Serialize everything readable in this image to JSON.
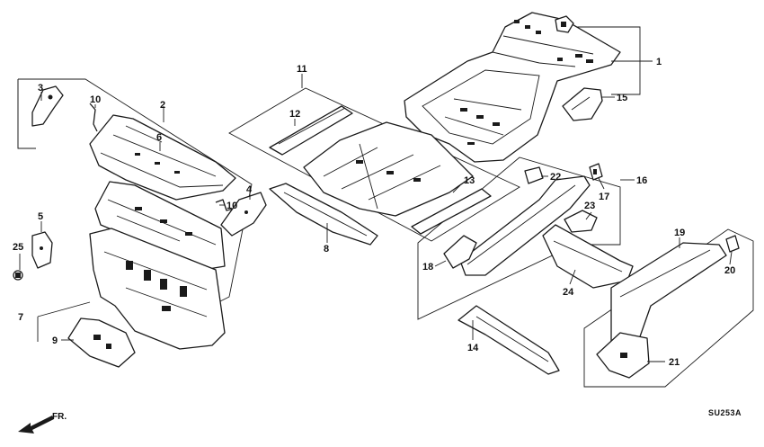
{
  "diagram_code": "SU253A",
  "front_indicator": {
    "label": "FR."
  },
  "callouts": [
    "1",
    "2",
    "3",
    "4",
    "5",
    "6",
    "7",
    "8",
    "9",
    "10",
    "10",
    "11",
    "12",
    "13",
    "14",
    "15",
    "16",
    "17",
    "18",
    "19",
    "20",
    "21",
    "22",
    "23",
    "24",
    "25"
  ]
}
